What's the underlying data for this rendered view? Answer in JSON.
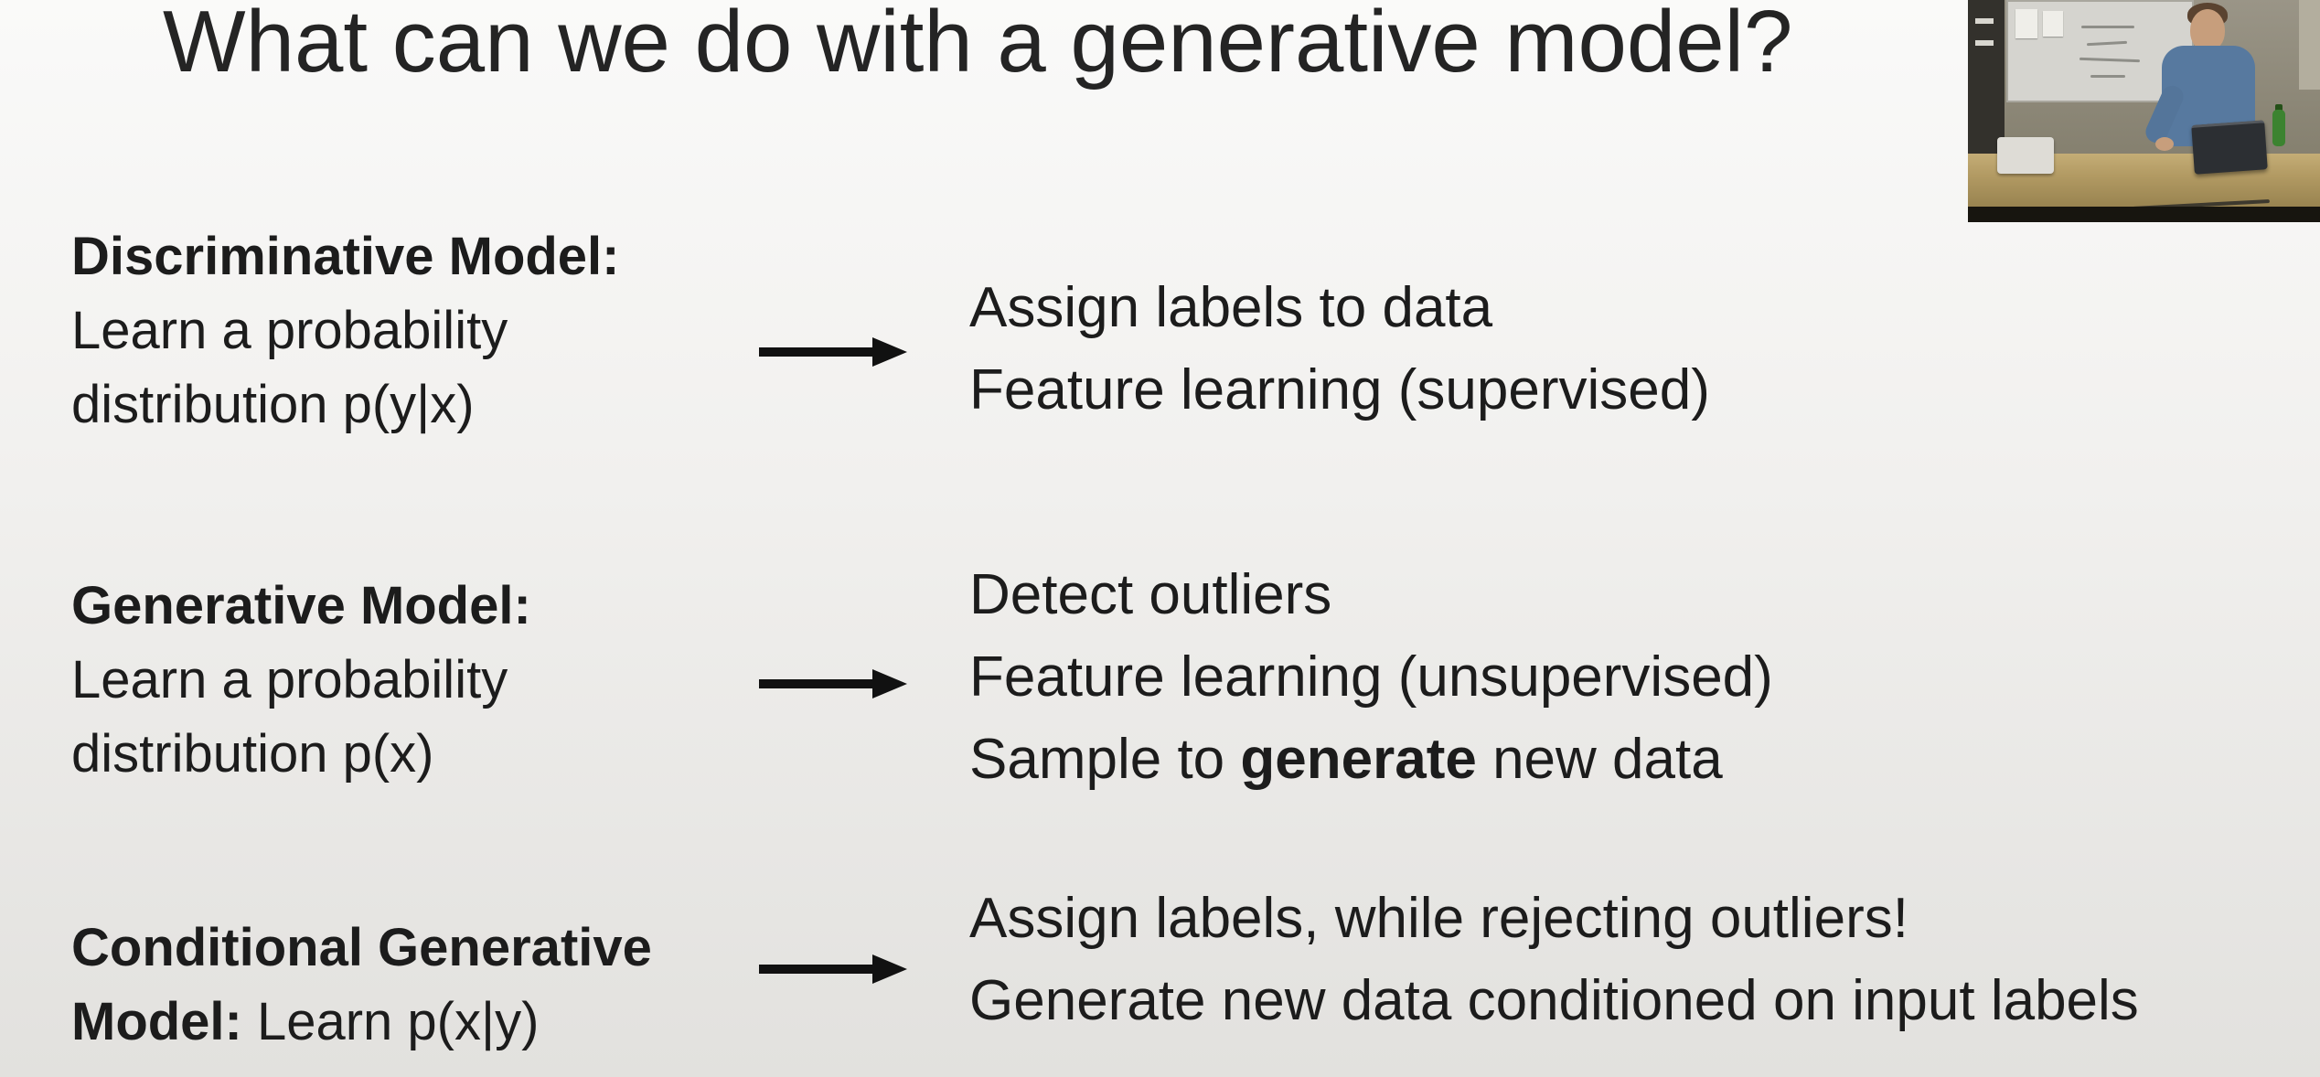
{
  "title": "What can we do with a generative model?",
  "rows": [
    {
      "heading": "Discriminative Model:",
      "lines": [
        "Learn a probability",
        "distribution p(y|x)"
      ],
      "outputs": [
        "Assign labels to data",
        "Feature learning (supervised)"
      ]
    },
    {
      "heading": "Generative Model:",
      "lines": [
        "Learn a probability",
        "distribution p(x)"
      ],
      "outputs": [
        "Detect outliers",
        "Feature learning (unsupervised)"
      ],
      "rich_output": {
        "prefix": "Sample to ",
        "bold": "generate",
        "suffix": " new data"
      }
    },
    {
      "heading": "Conditional Generative",
      "heading2": "Model:",
      "heading2_rest": " Learn p(x|y)",
      "outputs": [
        "Assign labels, while rejecting outliers!",
        "Generate new data conditioned on input labels"
      ]
    }
  ],
  "colors": {
    "text": "#1c1c1c",
    "arrow": "#111111",
    "shirt_blue": "#57799f",
    "bottle_green": "#3c8330"
  },
  "video_inset": {
    "description": "instructor standing at lectern with laptop and water bottle"
  }
}
